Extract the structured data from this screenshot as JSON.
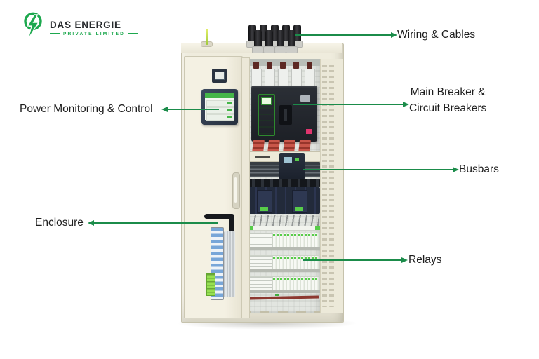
{
  "logo": {
    "company": "DAS ENERGIE",
    "subtitle": "PRIVATE LIMITED"
  },
  "annotations": {
    "wiring_cables": {
      "label": "Wiring & Cables"
    },
    "main_breaker": {
      "line1": "Main Breaker &",
      "line2": "Circuit Breakers"
    },
    "busbars": {
      "label": "Busbars"
    },
    "relays": {
      "label": "Relays"
    },
    "power_monitoring": {
      "label": "Power Monitoring & Control"
    },
    "enclosure": {
      "label": "Enclosure"
    }
  },
  "colors": {
    "arrow_green": "#1b8c4a",
    "logo_green": "#1da84e",
    "enclosure_cream": "#efecdd",
    "breaker_body": "#23262c",
    "breaker_control_green": "#5fd04a",
    "busbar_dark": "#383e44",
    "terminal_blue": "#78a6d8",
    "label_text": "#1e1e1e",
    "background": "#ffffff"
  }
}
